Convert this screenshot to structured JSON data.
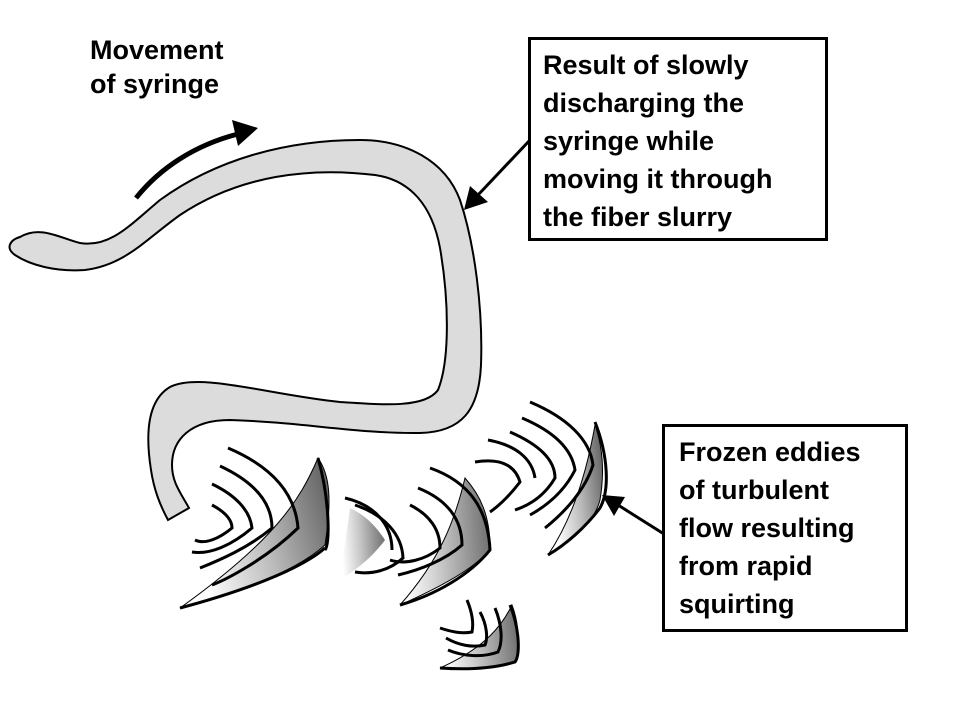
{
  "labels": {
    "movement": [
      "Movement",
      "of syringe"
    ],
    "slow_discharge": [
      "Result of slowly",
      "discharging the",
      "syringe while",
      "moving it through",
      "the fiber slurry"
    ],
    "eddies": [
      "Frozen eddies",
      "of turbulent",
      "flow resulting",
      "from rapid",
      "squirting"
    ]
  },
  "colors": {
    "stream_fill": "#dcdcdc",
    "stroke": "#000000",
    "eddy_dark": "#6a6a6a",
    "eddy_light": "#ffffff"
  }
}
